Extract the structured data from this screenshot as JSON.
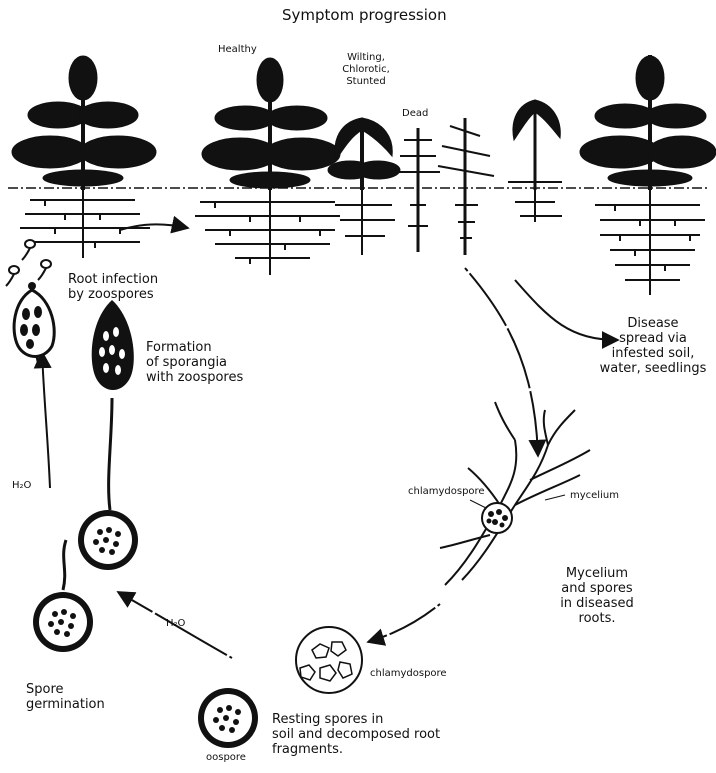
{
  "title": "Symptom progression",
  "stages": {
    "healthy": "Healthy",
    "wilting": "Wilting,\nChlorotic,\nStunted",
    "dead": "Dead"
  },
  "steps": {
    "root_infection": "Root infection\nby zoospores",
    "disease_spread": "Disease\nspread via\ninfested soil,\nwater, seedlings",
    "mycelium_spores": "Mycelium\nand spores\nin diseased\nroots.",
    "resting_spores": "Resting spores in\nsoil and decomposed root\nfragments.",
    "spore_germination": "Spore\ngermination",
    "sporangia_formation": "Formation\nof sporangia\nwith zoospores"
  },
  "structures": {
    "chlamydospore_roots": "chlamydospore",
    "mycelium": "mycelium",
    "chlamydospore_soil": "chlamydospore",
    "oospore": "oospore",
    "water_left": "H₂O",
    "water_center": "H₂O"
  },
  "colors": {
    "ink": "#111111",
    "background": "#ffffff"
  }
}
